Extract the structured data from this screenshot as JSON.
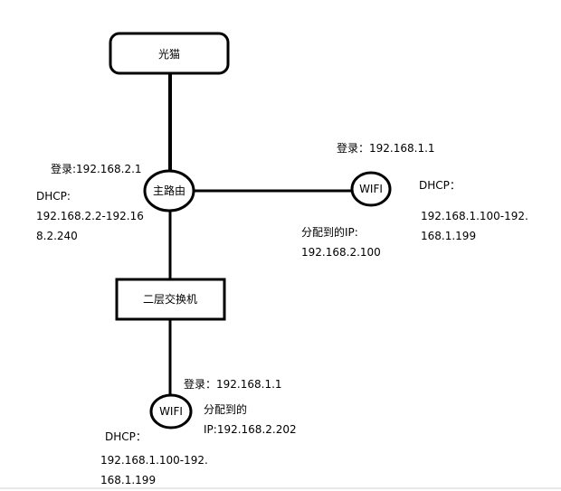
{
  "nodes": {
    "optical_modem": "光猫",
    "main_router": "主路由",
    "wifi_right": "WIFI",
    "switch": "二层交换机",
    "wifi_bottom": "WIFI"
  },
  "main_router_info": {
    "login": "登录:192.168.2.1",
    "dhcp_label": "DHCP:",
    "dhcp_range_1": "192.168.2.2-192.16",
    "dhcp_range_2": "8.2.240"
  },
  "wifi_right_info": {
    "login": "登录：192.168.1.1",
    "dhcp_label": "DHCP：",
    "dhcp_range_1": "192.168.1.100-192.",
    "dhcp_range_2": "168.1.199",
    "assigned_label": "分配到的IP:",
    "assigned_ip": "192.168.2.100"
  },
  "wifi_bottom_info": {
    "login": "登录：192.168.1.1",
    "assigned_label": "分配到的",
    "assigned_ip": "IP:192.168.2.202",
    "dhcp_label": "DHCP：",
    "dhcp_range_1": "192.168.1.100-192.",
    "dhcp_range_2": "168.1.199"
  }
}
